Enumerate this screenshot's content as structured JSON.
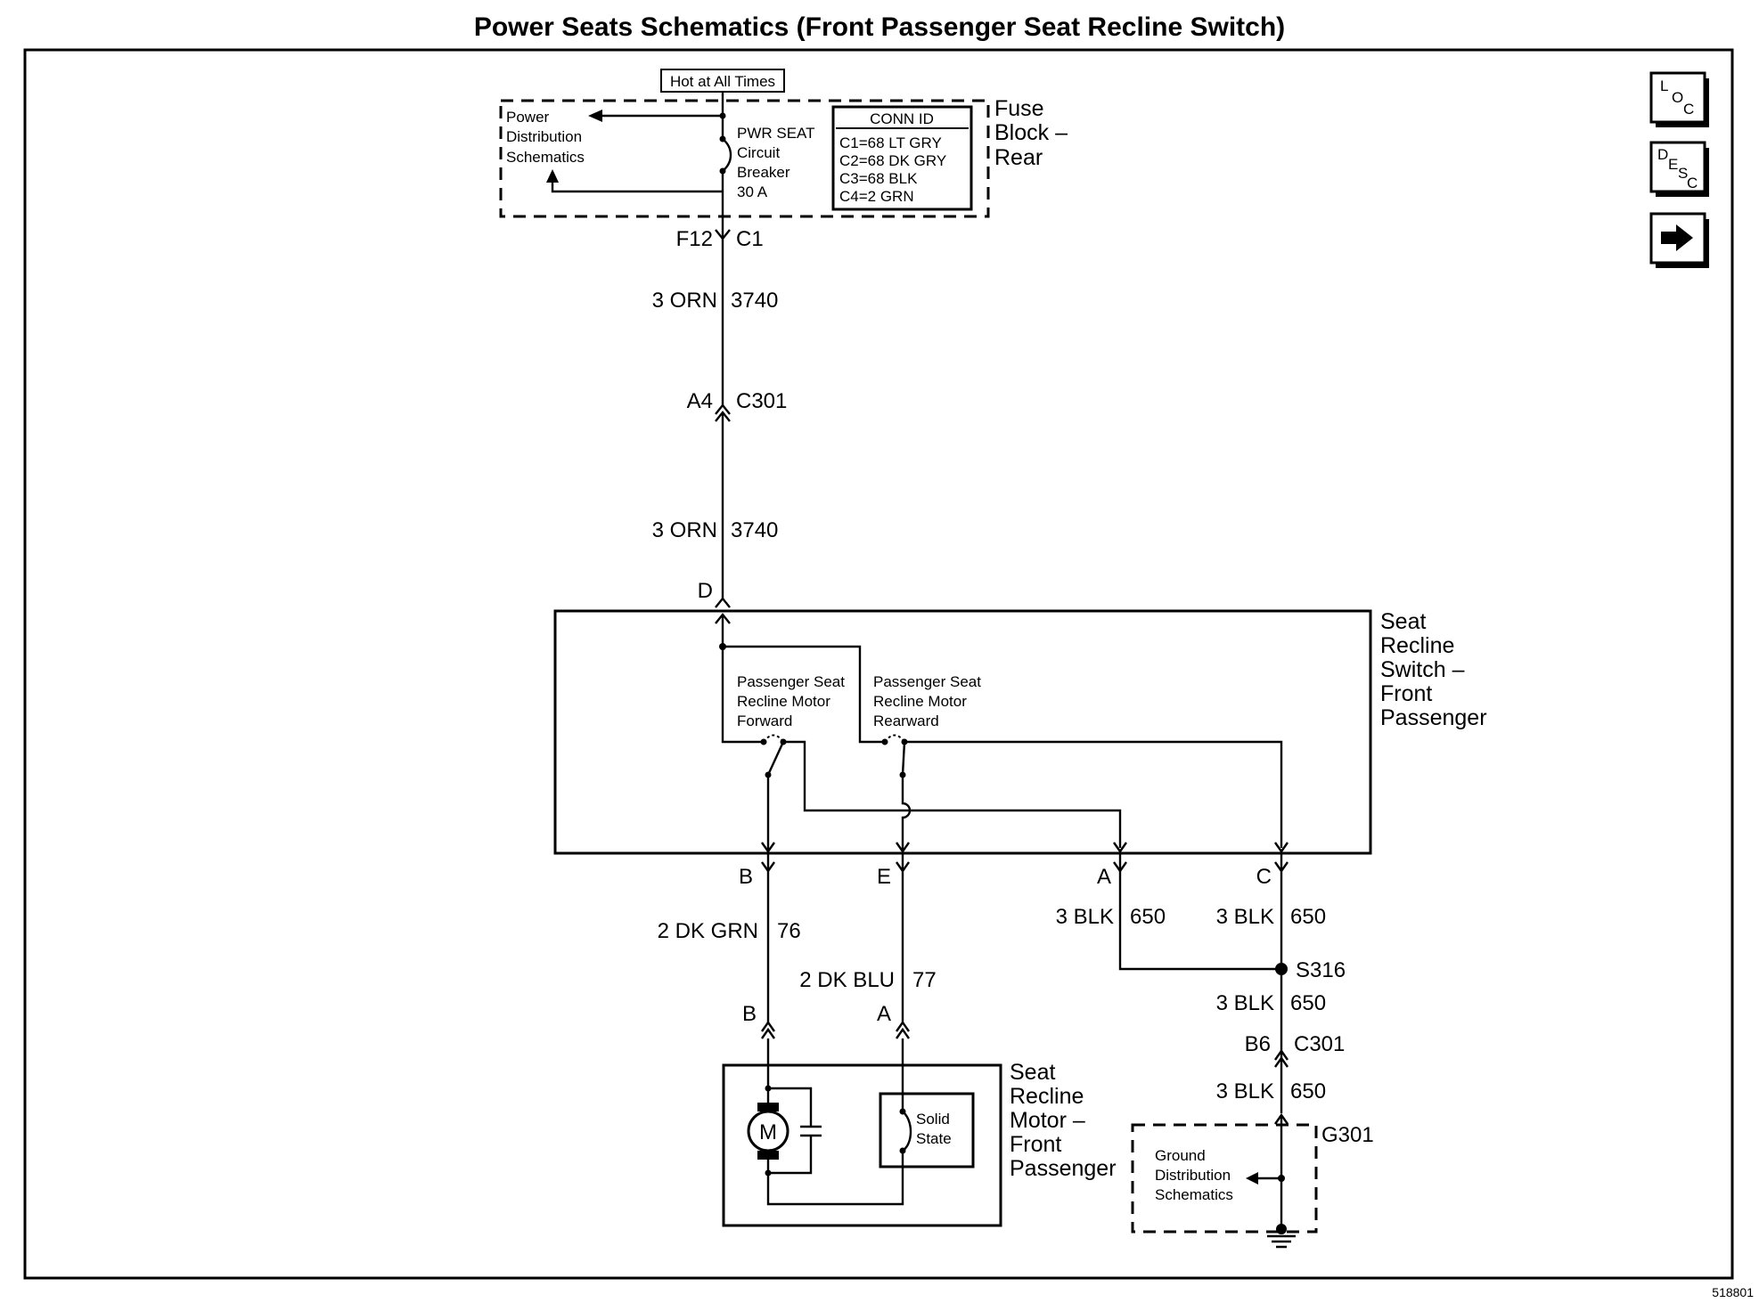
{
  "title": "Power Seats Schematics (Front Passenger Seat Recline Switch)",
  "figure_id": "518801",
  "nav_buttons": {
    "loc": [
      "L",
      "O",
      "C"
    ],
    "desc": [
      "D",
      "E",
      "S",
      "C"
    ],
    "next_icon": "right-arrow-icon"
  },
  "fuse_block": {
    "label": [
      "Fuse",
      "Block –",
      "Rear"
    ],
    "hot_label": "Hot at All Times",
    "power_dist": [
      "Power",
      "Distribution",
      "Schematics"
    ],
    "breaker": [
      "PWR SEAT",
      "Circuit",
      "Breaker",
      "30 A"
    ],
    "conn_id": {
      "header": "CONN ID",
      "rows": [
        "C1=68 LT GRY",
        "C2=68 DK GRY",
        "C3=68 BLK",
        "C4=2 GRN"
      ]
    }
  },
  "connectors": {
    "fuse_out_pin": "F12",
    "fuse_out_conn": "C1",
    "c301_pin": "A4",
    "c301_name": "C301",
    "switch_in_pin": "D",
    "switch_pin_b": "B",
    "switch_pin_e": "E",
    "switch_pin_a": "A",
    "switch_pin_c": "C",
    "motor_pin_b": "B",
    "motor_pin_a": "A",
    "ground_pin": "B6",
    "ground_conn": "C301"
  },
  "wires": {
    "w3740_top_gauge": "3 ORN",
    "w3740_top_num": "3740",
    "w3740_bot_gauge": "3 ORN",
    "w3740_bot_num": "3740",
    "w76_gauge": "2 DK GRN",
    "w76_num": "76",
    "w77_gauge": "2 DK BLU",
    "w77_num": "77",
    "w650a_gauge": "3 BLK",
    "w650a_num": "650",
    "w650c_gauge": "3 BLK",
    "w650c_num": "650",
    "w650s_gauge": "3 BLK",
    "w650s_num": "650",
    "w650g_gauge": "3 BLK",
    "w650g_num": "650"
  },
  "splice": "S316",
  "ground": {
    "name": "G301",
    "dist": [
      "Ground",
      "Distribution",
      "Schematics"
    ]
  },
  "switch": {
    "label": [
      "Seat",
      "Recline",
      "Switch –",
      "Front",
      "Passenger"
    ],
    "forward": [
      "Passenger Seat",
      "Recline Motor",
      "Forward"
    ],
    "rearward": [
      "Passenger Seat",
      "Recline Motor",
      "Rearward"
    ]
  },
  "motor": {
    "label": [
      "Seat",
      "Recline",
      "Motor –",
      "Front",
      "Passenger"
    ],
    "symbol": "M",
    "solid_state": [
      "Solid",
      "State"
    ]
  }
}
